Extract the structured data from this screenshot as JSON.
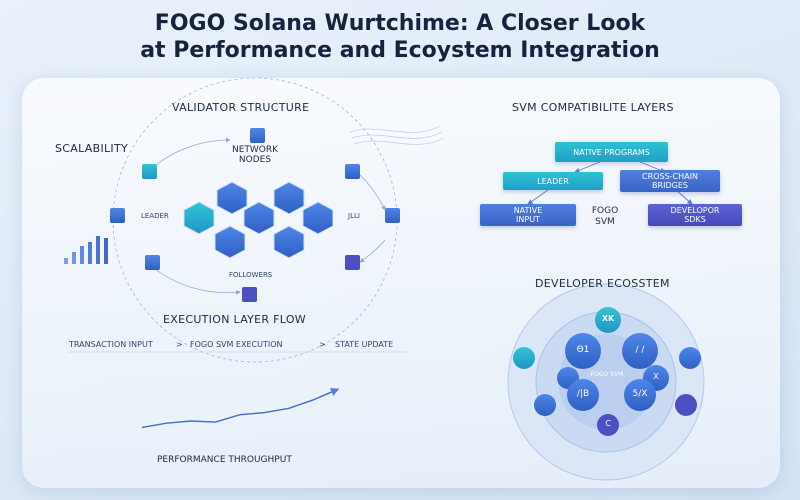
{
  "title": {
    "line1": "FOGO Solana Wurtchime: A Closer Look",
    "line2": "at Performance and Ecoystem Integration"
  },
  "validator": {
    "title": "VALIDATOR STRUCTURE",
    "scalability": "SCALABILITY",
    "network_nodes_line1": "NETWORK",
    "network_nodes_line2": "NODES",
    "leader": "LEADER",
    "right_label": "JLLI",
    "followers": "FOLLOWERS"
  },
  "svm_layers": {
    "title": "SVM COMPATIBILITE LAYERS",
    "native_programs": "NATIVE PROGRAMS",
    "leader": "LEADER",
    "cross_chain_line1": "CROSS-CHAIN",
    "cross_chain_line2": "BRIDGES",
    "native_input_line1": "NATIVE",
    "native_input_line2": "INPUT",
    "fogo_line1": "FOGO",
    "fogo_line2": "SVM",
    "developor_line1": "DEVELOPOR",
    "developor_line2": "SDKS"
  },
  "execution": {
    "title": "EXECUTION LAYER FLOW",
    "step1": "TRANSACTION INPUT",
    "step2": "FOGO SVM EXECUTION",
    "step3": "STATE UPDATE",
    "arrow": ">"
  },
  "performance": {
    "title": "PERFORMANCE THROUGHPUT"
  },
  "ecosystem": {
    "title": "DEVELOPER ECOSSTEM",
    "center": "FOGO SVM",
    "top_glyph": "XK",
    "glyph_e1": "Θ1",
    "glyph_slash": "/ /",
    "glyph_jb": "/|B",
    "glyph_5x": "5/X",
    "glyph_x": "X",
    "glyph_c": "C"
  },
  "colors": {
    "teal": "#22b3cc",
    "blue": "#3f6fd6",
    "violet": "#4b4fc0",
    "line": "#8fa8d8"
  },
  "chart_data": {
    "type": "line",
    "title": "PERFORMANCE THROUGHPUT",
    "x": [
      0,
      1,
      2,
      3,
      4,
      5,
      6,
      7,
      8
    ],
    "values": [
      1,
      1.4,
      1.6,
      1.5,
      2.2,
      2.4,
      2.8,
      3.6,
      4.6
    ],
    "ylim": [
      0,
      5
    ],
    "grid": false,
    "xlabel": "",
    "ylabel": ""
  }
}
